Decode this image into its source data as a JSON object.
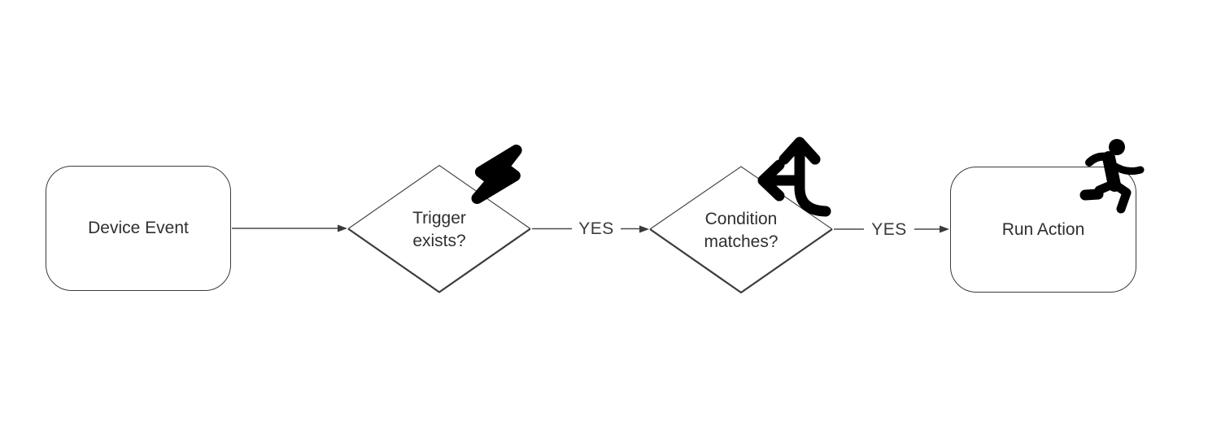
{
  "diagram": {
    "type": "flowchart",
    "background_color": "#ffffff"
  },
  "colors": {
    "shape_border": "#3b3b3b",
    "shape_fill": "#ffffff",
    "text": "#2f2f2f",
    "connector_line": "#4a4a4a",
    "arrowhead": "#3a3a3a",
    "icon": "#000000"
  },
  "nodes": {
    "device_event": {
      "label": "Device Event",
      "shape": "rounded-rectangle"
    },
    "trigger_exists": {
      "label": "Trigger exists?",
      "shape": "diamond",
      "icon": "lightning-bolt"
    },
    "condition_matches": {
      "label": "Condition matches?",
      "shape": "diamond",
      "icon": "arrows-split-up-and-left"
    },
    "run_action": {
      "label": "Run Action",
      "shape": "rounded-rectangle",
      "icon": "person-running"
    }
  },
  "edges": {
    "device_event_to_trigger": {
      "label": ""
    },
    "trigger_to_condition": {
      "label": "YES"
    },
    "condition_to_run_action": {
      "label": "YES"
    }
  }
}
